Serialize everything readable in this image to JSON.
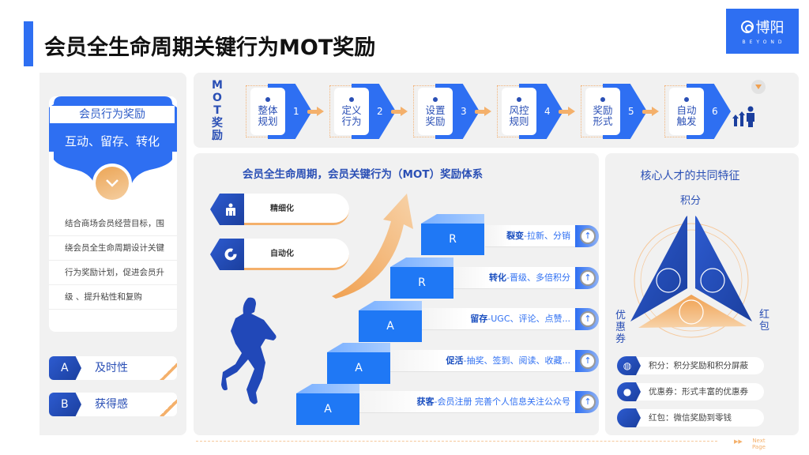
{
  "header": {
    "title": "会员全生命周期关键行为MOT奖励",
    "logo": {
      "name": "博阳",
      "sub": "BEYOND"
    }
  },
  "left_panel": {
    "header": "会员行为奖励",
    "subtitle": "互动、留存、转化",
    "description_lines": [
      "结合商场会员经营目标，围",
      "绕会员全生命周期设计关键",
      "行为奖励计划，促进会员升",
      "级 、提升粘性和复购"
    ],
    "principles": [
      {
        "tag": "A",
        "label": "及时性"
      },
      {
        "tag": "B",
        "label": "获得感"
      }
    ]
  },
  "mot_flow": {
    "vertical_label": [
      "M",
      "O",
      "T",
      "奖",
      "励"
    ],
    "steps": [
      {
        "num": "1",
        "line1": "整体",
        "line2": "规划"
      },
      {
        "num": "2",
        "line1": "定义",
        "line2": "行为"
      },
      {
        "num": "3",
        "line1": "设置",
        "line2": "奖励"
      },
      {
        "num": "4",
        "line1": "风控",
        "line2": "规则"
      },
      {
        "num": "5",
        "line1": "奖励",
        "line2": "形式"
      },
      {
        "num": "6",
        "line1": "自动",
        "line2": "触发"
      }
    ]
  },
  "main": {
    "title": "会员全生命周期，会员关键行为（MOT）奖励体系",
    "pills": [
      {
        "icon": "person-icon",
        "label": "精细化"
      },
      {
        "icon": "donut-chart-icon",
        "label": "自动化"
      }
    ],
    "stairs": [
      {
        "block": "R",
        "key": "裂变",
        "desc": "-拉新、分销"
      },
      {
        "block": "R",
        "key": "转化",
        "desc": "-晋级、多倍积分"
      },
      {
        "block": "A",
        "key": "留存",
        "desc": "-UGC、评论、点赞..."
      },
      {
        "block": "A",
        "key": "促活",
        "desc": "-抽奖、签到、阅读、收藏..."
      },
      {
        "block": "A",
        "key": "获客",
        "desc": "-会员注册 完善个人信息关注公众号"
      }
    ]
  },
  "right_panel": {
    "title": "核心人才的共同特征",
    "labels": {
      "top": "积分",
      "left": "优惠券",
      "right": "红包"
    },
    "features": [
      {
        "icon": "globe-icon",
        "text": "积分：积分奖励和积分屏蔽"
      },
      {
        "icon": "user-icon",
        "text": "优惠券：形式丰富的优惠券"
      },
      {
        "icon": "wallet-icon",
        "text": "红包：微信奖励到零钱"
      }
    ]
  },
  "footer": {
    "next_line1": "Next",
    "next_line2": "Page"
  },
  "colors": {
    "primary": "#2e6ff2",
    "dark_blue": "#1b3f9e",
    "orange": "#f4b06b",
    "panel_bg": "#f1f1f1"
  }
}
